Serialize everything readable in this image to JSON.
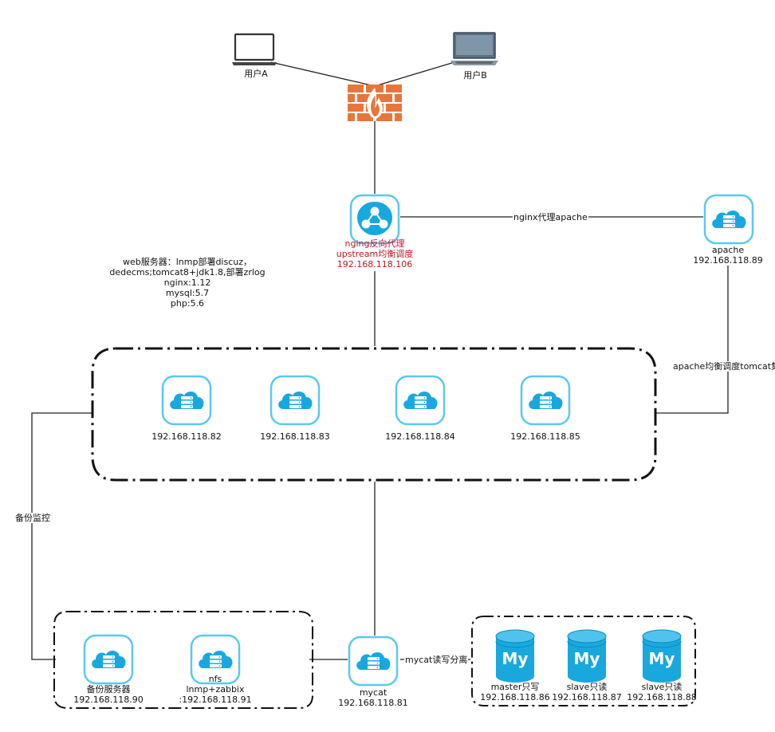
{
  "users": {
    "user_a": "用户A",
    "user_b": "用户B"
  },
  "proxy": {
    "line1": "nging反向代理",
    "line2": "upstream均衡调度",
    "ip": "192.168.118.106"
  },
  "apache": {
    "name": "apache",
    "ip": "192.168.118.89"
  },
  "edges": {
    "nginx_apache": "nginx代理apache",
    "apache_tomcat": "apache均衡调度tomcat集",
    "backup_monitor": "备份监控",
    "mycat_rw": "mycat读写分离"
  },
  "web_note": {
    "line1": "web服务器：lnmp部署discuz，",
    "line2": "dedecms;tomcat8+jdk1.8,部署zrlog",
    "line3": "nginx:1.12",
    "line4": "mysql:5.7",
    "line5": "php:5.6"
  },
  "web_servers": [
    {
      "ip": "192.168.118.82"
    },
    {
      "ip": "192.168.118.83"
    },
    {
      "ip": "192.168.118.84"
    },
    {
      "ip": "192.168.118.85"
    }
  ],
  "backup": {
    "name": "备份服务器",
    "ip": "192.168.118.90"
  },
  "nfs": {
    "name": "nfs",
    "line2": "lnmp+zabbix",
    "ip": ":192.168.118.91"
  },
  "mycat": {
    "name": "mycat",
    "ip": "192.168.118.81"
  },
  "databases": [
    {
      "role": "master只写",
      "ip": "192.168.118.86",
      "logo": "My"
    },
    {
      "role": "slave只读",
      "ip": "192.168.118.87",
      "logo": "My"
    },
    {
      "role": "slave只读",
      "ip": "192.168.118.88",
      "logo": "My"
    }
  ],
  "colors": {
    "icon_border": "#5bc8f0",
    "icon_fill": "#18a8e0",
    "firewall": "#e8763a",
    "db": "#19a8de",
    "accent_text": "#c0161c"
  }
}
